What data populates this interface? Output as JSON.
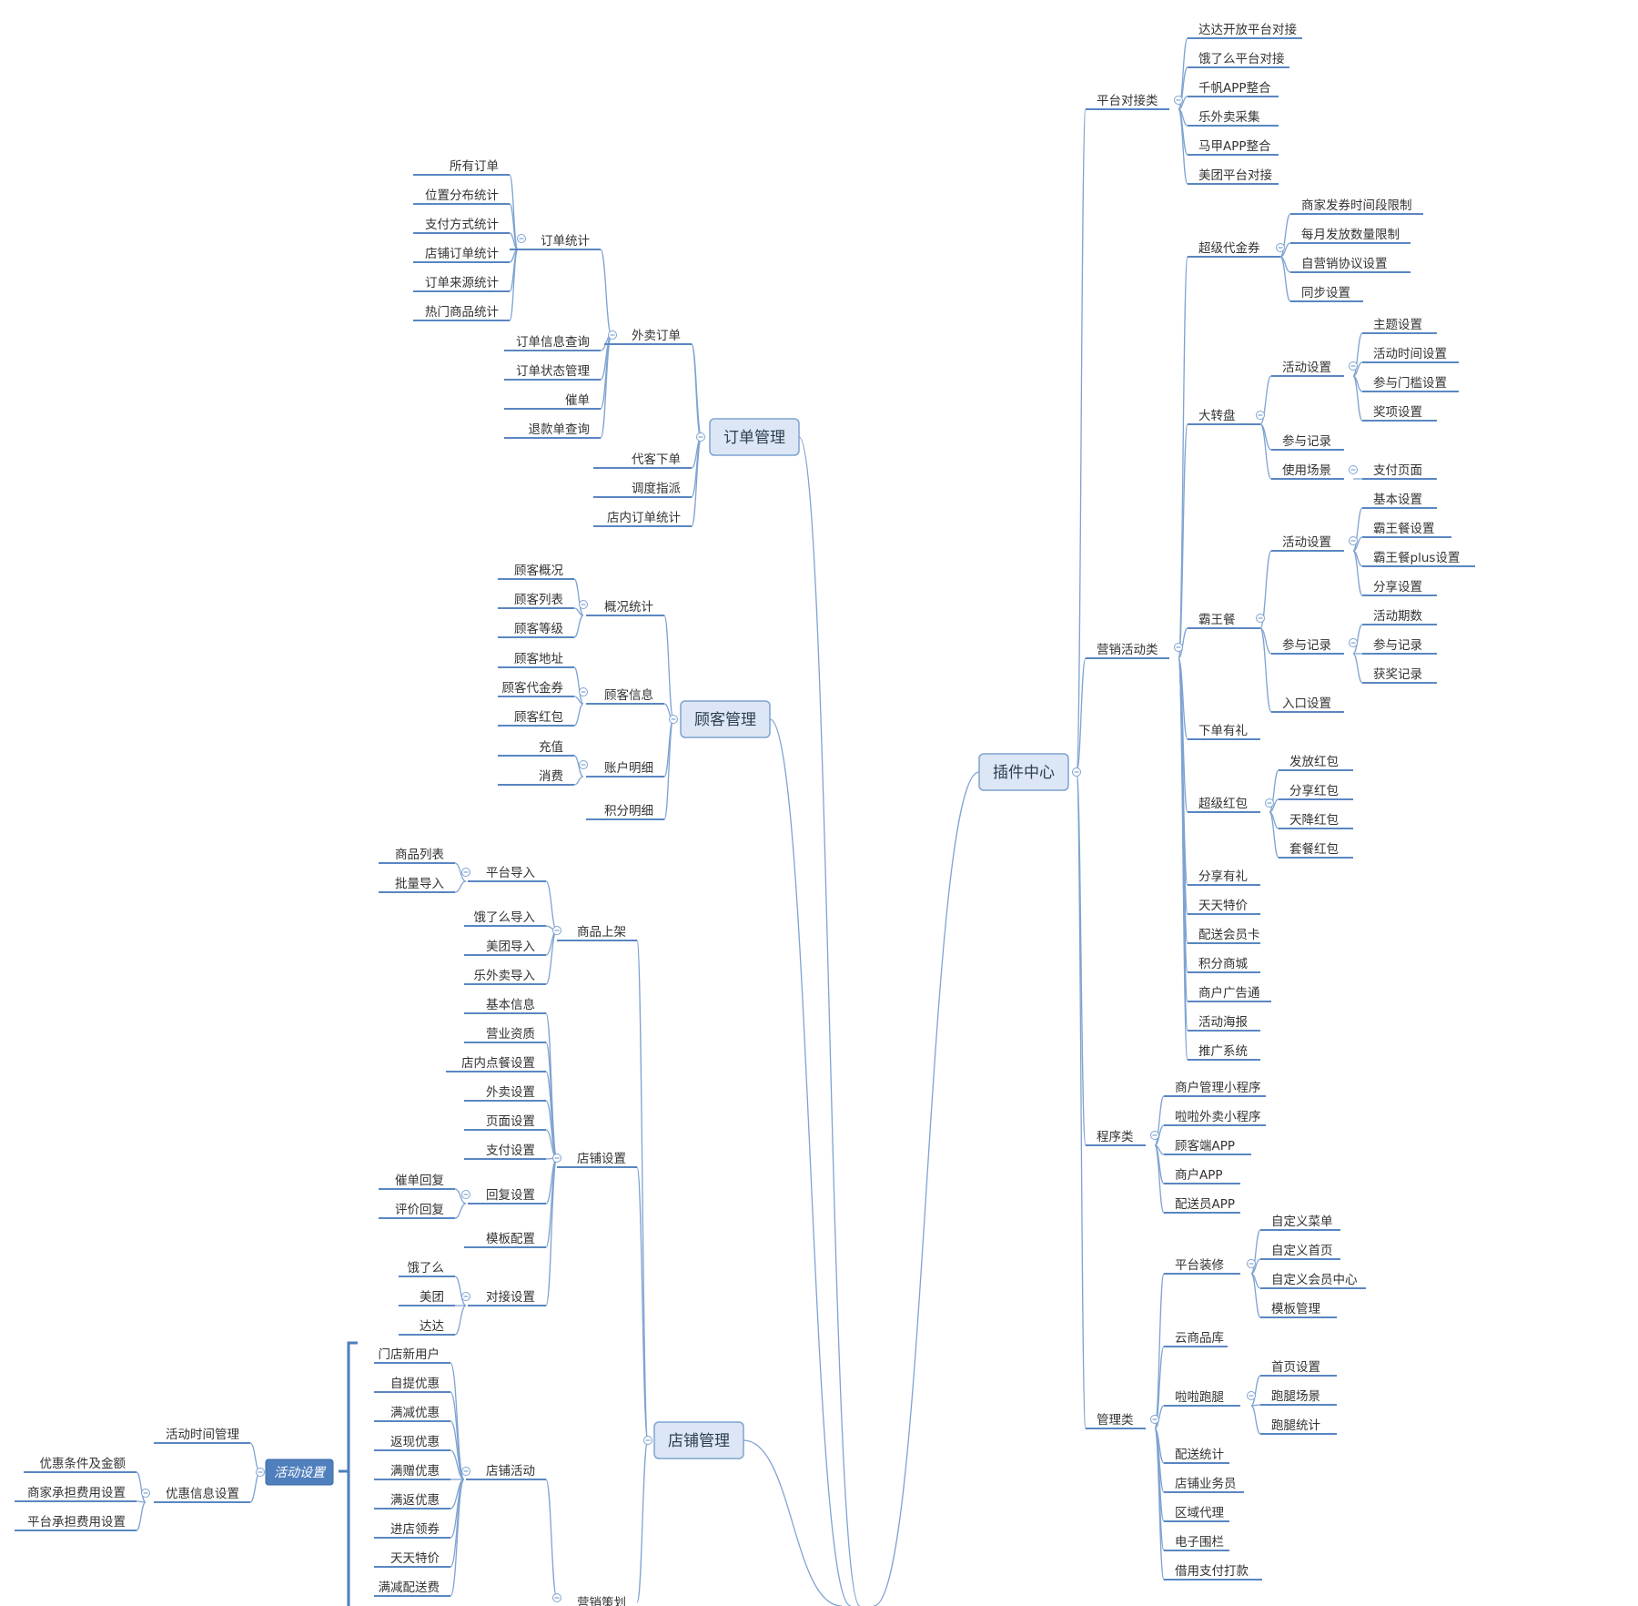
{
  "mindmap": {
    "main": {
      "order": "订单管理",
      "customer": "顾客管理",
      "shop": "店铺管理",
      "plugin": "插件中心"
    },
    "order": {
      "waimai": "外卖订单",
      "stats": "订单统计",
      "stats_items": [
        "所有订单",
        "位置分布统计",
        "支付方式统计",
        "店铺订单统计",
        "订单来源统计",
        "热门商品统计"
      ],
      "waimai_items": [
        "订单信息查询",
        "订单状态管理",
        "催单",
        "退款单查询"
      ],
      "others": [
        "代客下单",
        "调度指派",
        "店内订单统计"
      ]
    },
    "customer": {
      "overview": "概况统计",
      "overview_items": [
        "顾客概况",
        "顾客列表",
        "顾客等级"
      ],
      "info": "顾客信息",
      "info_items": [
        "顾客地址",
        "顾客代金券",
        "顾客红包"
      ],
      "account": "账户明细",
      "account_items": [
        "充值",
        "消费"
      ],
      "points": "积分明细"
    },
    "shop": {
      "listing": "商品上架",
      "platform_import": "平台导入",
      "platform_import_items": [
        "商品列表",
        "批量导入"
      ],
      "listing_items": [
        "饿了么导入",
        "美团导入",
        "乐外卖导入"
      ],
      "settings": "店铺设置",
      "settings_items": [
        "基本信息",
        "营业资质",
        "店内点餐设置",
        "外卖设置",
        "页面设置",
        "支付设置"
      ],
      "reply": "回复设置",
      "reply_items": [
        "催单回复",
        "评价回复"
      ],
      "template": "模板配置",
      "dock": "对接设置",
      "dock_items": [
        "饿了么",
        "美团",
        "达达"
      ],
      "marketing": "营销策划",
      "activity": "店铺活动",
      "activity_items": [
        "门店新用户",
        "自提优惠",
        "满减优惠",
        "返现优惠",
        "满赠优惠",
        "满返优惠",
        "进店领券",
        "天天特价",
        "满减配送费"
      ],
      "activity_settings": "活动设置",
      "activity_time": "活动时间管理",
      "discount_info": "优惠信息设置",
      "discount_items": [
        "优惠条件及金额",
        "商家承担费用设置",
        "平台承担费用设置"
      ]
    },
    "plugin": {
      "platform": "平台对接类",
      "platform_items": [
        "达达开放平台对接",
        "饿了么平台对接",
        "千帆APP整合",
        "乐外卖采集",
        "马甲APP整合",
        "美团平台对接"
      ],
      "marketing": "营销活动类",
      "super_voucher": "超级代金券",
      "super_voucher_items": [
        "商家发券时间段限制",
        "每月发放数量限制",
        "自营销协议设置",
        "同步设置"
      ],
      "wheel": "大转盘",
      "wheel_activity": "活动设置",
      "wheel_activity_items": [
        "主题设置",
        "活动时间设置",
        "参与门槛设置",
        "奖项设置"
      ],
      "wheel_record": "参与记录",
      "wheel_scene": "使用场景",
      "wheel_scene_item": "支付页面",
      "bawang": "霸王餐",
      "bawang_activity": "活动设置",
      "bawang_activity_items": [
        "基本设置",
        "霸王餐设置",
        "霸王餐plus设置",
        "分享设置"
      ],
      "bawang_record": "参与记录",
      "bawang_record_items": [
        "活动期数",
        "参与记录",
        "获奖记录"
      ],
      "bawang_entry": "入口设置",
      "order_gift": "下单有礼",
      "super_redpack": "超级红包",
      "super_redpack_items": [
        "发放红包",
        "分享红包",
        "天降红包",
        "套餐红包"
      ],
      "marketing_items": [
        "分享有礼",
        "天天特价",
        "配送会员卡",
        "积分商城",
        "商户广告通",
        "活动海报",
        "推广系统"
      ],
      "program": "程序类",
      "program_items": [
        "商户管理小程序",
        "啦啦外卖小程序",
        "顾客端APP",
        "商户APP",
        "配送员APP"
      ],
      "manage": "管理类",
      "decor": "平台装修",
      "decor_items": [
        "自定义菜单",
        "自定义首页",
        "自定义会员中心",
        "模板管理"
      ],
      "cloud": "云商品库",
      "errand": "啦啦跑腿",
      "errand_items": [
        "首页设置",
        "跑腿场景",
        "跑腿统计"
      ],
      "manage_items": [
        "配送统计",
        "店铺业务员",
        "区域代理",
        "电子围栏",
        "借用支付打款"
      ]
    }
  }
}
